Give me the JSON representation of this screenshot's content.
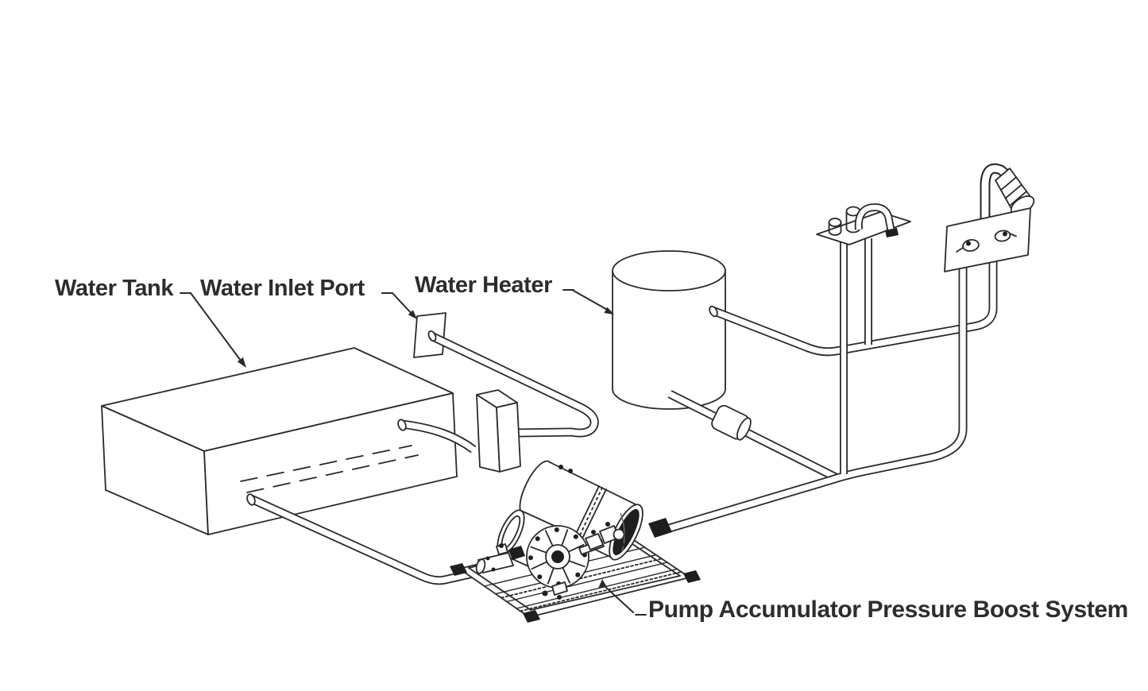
{
  "diagram": {
    "background_color": "#ffffff",
    "line_color": "#2a2a2a",
    "labels": {
      "water_tank": "Water Tank",
      "water_inlet_port": "Water Inlet Port",
      "water_heater": "Water Heater",
      "pump_system": "Pump Accumulator Pressure Boost System"
    },
    "components": [
      "water-tank",
      "water-inlet-port",
      "water-heater",
      "fill-valve-box",
      "pump-accumulator-unit",
      "sink-faucet",
      "shower-mixer-panel",
      "shower-head",
      "piping"
    ]
  }
}
